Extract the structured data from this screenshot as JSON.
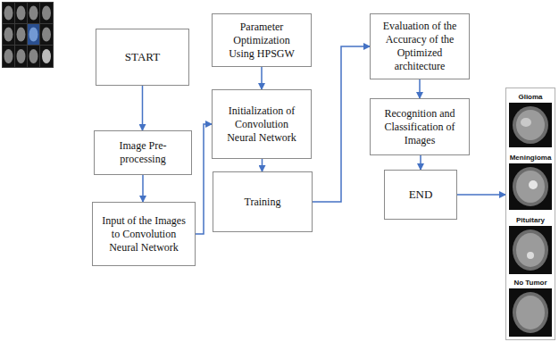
{
  "diagram": {
    "nodes": [
      {
        "text": [
          "START"
        ]
      },
      {
        "text": [
          "Image Pre-processing"
        ]
      },
      {
        "text": [
          "Input of the Images to Convolution Neural Network"
        ]
      },
      {
        "text": [
          "Parameter Optimization Using HPSGW"
        ]
      },
      {
        "text": [
          "Initialization of Convolution Neural Network"
        ]
      },
      {
        "text": [
          "Training"
        ]
      },
      {
        "text": [
          "Evaluation of the Accuracy of the Optimized architecture"
        ]
      },
      {
        "text": [
          "Recognition and Classification of Images"
        ]
      },
      {
        "text": [
          "END"
        ]
      },
      {
        "text": [
          "Glioma",
          "Meningioma",
          "Pituitary",
          "No Tumor"
        ]
      }
    ],
    "edges": [
      {
        "from": 0,
        "to": 1,
        "arrow": "to"
      },
      {
        "from": 1,
        "to": 2,
        "arrow": "to"
      },
      {
        "from": 2,
        "to": 4,
        "arrow": "to"
      },
      {
        "from": 3,
        "to": 4,
        "arrow": "to"
      },
      {
        "from": 4,
        "to": 5,
        "arrow": "to"
      },
      {
        "from": 5,
        "to": 6,
        "arrow": "to"
      },
      {
        "from": 6,
        "to": 7,
        "arrow": "to"
      },
      {
        "from": 7,
        "to": 8,
        "arrow": "to"
      },
      {
        "from": 8,
        "to": 9,
        "arrow": "to"
      }
    ]
  }
}
